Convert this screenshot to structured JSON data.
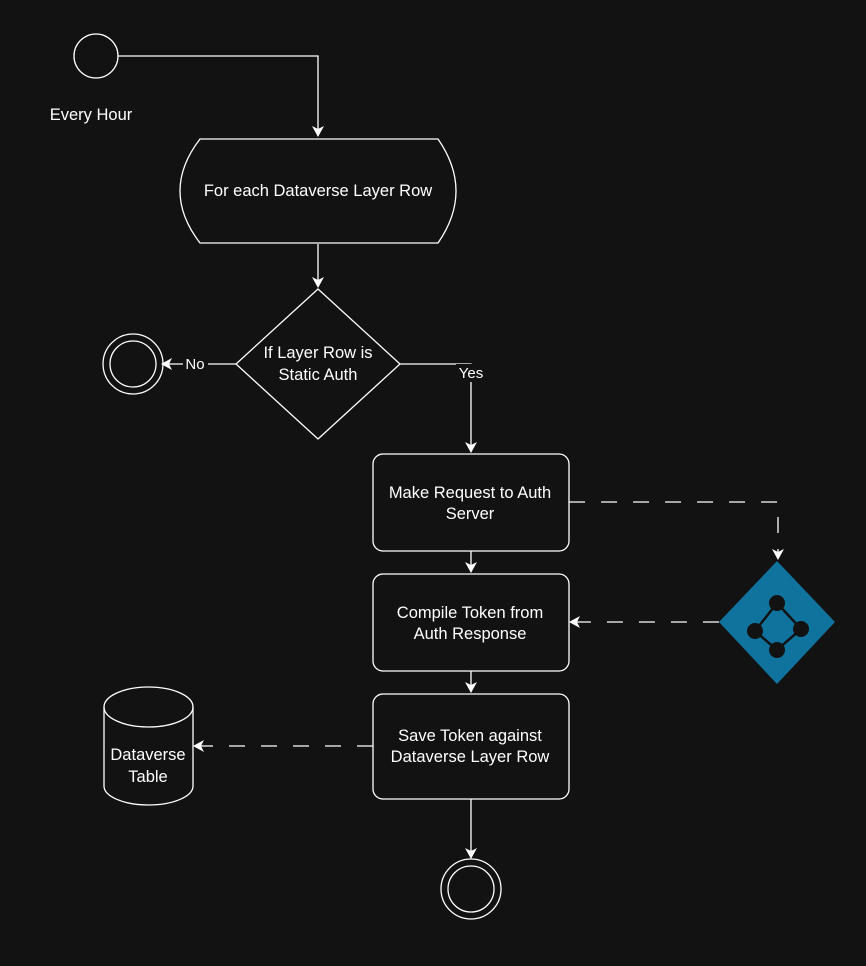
{
  "colors": {
    "background": "#121212",
    "stroke": "#ffffff",
    "service_icon": "#10739e"
  },
  "start": {
    "label": "Every Hour"
  },
  "loop": {
    "label": "For each Dataverse Layer Row"
  },
  "decision": {
    "line1": "If Layer Row is",
    "line2": "Static Auth"
  },
  "edges": {
    "no": "No",
    "yes": "Yes"
  },
  "steps": {
    "request": {
      "line1": "Make Request to Auth",
      "line2": "Server"
    },
    "compile": {
      "line1": "Compile Token from",
      "line2": "Auth Response"
    },
    "save": {
      "line1": "Save Token against",
      "line2": "Dataverse Layer Row"
    }
  },
  "datastore": {
    "line1": "Dataverse",
    "line2": "Table"
  },
  "auth_service": {
    "icon": "network-diamond-icon"
  }
}
